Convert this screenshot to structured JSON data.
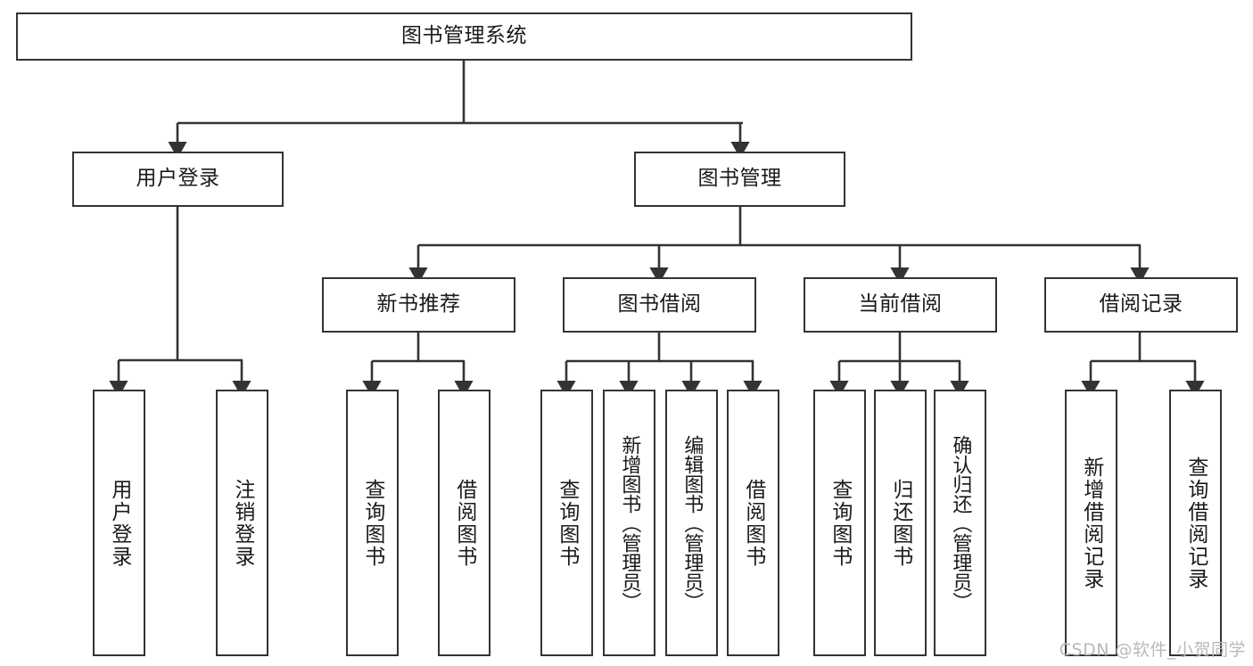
{
  "diagram": {
    "title": "图书管理系统",
    "type": "功能结构图",
    "root": {
      "label": "图书管理系统"
    },
    "level2": [
      {
        "label": "用户登录"
      },
      {
        "label": "图书管理"
      }
    ],
    "level3": [
      {
        "label": "新书推荐"
      },
      {
        "label": "图书借阅"
      },
      {
        "label": "当前借阅"
      },
      {
        "label": "借阅记录"
      }
    ],
    "leaves": {
      "user_login": [
        {
          "label": "用户登录"
        },
        {
          "label": "注销登录"
        }
      ],
      "new_book_recommend": [
        {
          "label": "查询图书"
        },
        {
          "label": "借阅图书"
        }
      ],
      "book_borrow": [
        {
          "label": "查询图书"
        },
        {
          "label": "新增图书（管理员）"
        },
        {
          "label": "编辑图书（管理员）"
        },
        {
          "label": "借阅图书"
        }
      ],
      "current_borrow": [
        {
          "label": "查询图书"
        },
        {
          "label": "归还图书"
        },
        {
          "label": "确认归还（管理员）"
        }
      ],
      "borrow_record": [
        {
          "label": "新增借阅记录"
        },
        {
          "label": "查询借阅记录"
        }
      ]
    }
  },
  "watermark": {
    "text": "CSDN @软件_小贺同学"
  },
  "colors": {
    "stroke": "#333333",
    "box_border": "#333333",
    "background": "#ffffff",
    "text": "#1a1a1a",
    "watermark": "#b9b9b9"
  }
}
